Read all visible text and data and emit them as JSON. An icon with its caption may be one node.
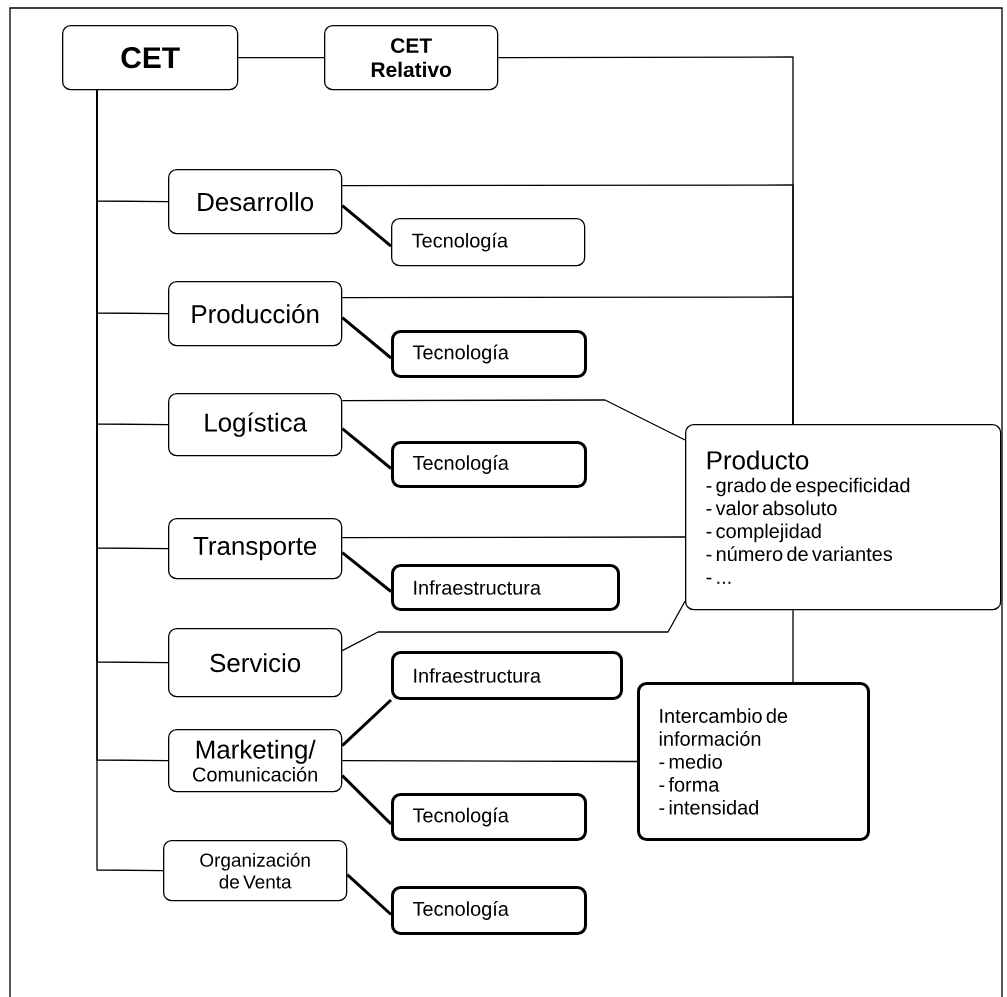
{
  "diagram": {
    "nodes": [
      {
        "text": [
          "CET"
        ]
      },
      {
        "text": [
          "CET Relativo"
        ]
      },
      {
        "text": [
          "Desarrollo"
        ]
      },
      {
        "text": [
          "Tecnología"
        ]
      },
      {
        "text": [
          "Producción"
        ]
      },
      {
        "text": [
          "Tecnología"
        ]
      },
      {
        "text": [
          "Logística"
        ]
      },
      {
        "text": [
          "Tecnología"
        ]
      },
      {
        "text": [
          "Producto",
          "- grado de especificidad",
          "- valor absoluto",
          "- complejidad",
          "- número de variantes",
          "- ..."
        ]
      },
      {
        "text": [
          "Transporte"
        ]
      },
      {
        "text": [
          "Infraestructura"
        ]
      },
      {
        "text": [
          "Servicio"
        ]
      },
      {
        "text": [
          "Infraestructura"
        ]
      },
      {
        "text": [
          "Marketing/",
          "Comunicación"
        ]
      },
      {
        "text": [
          "Tecnología"
        ]
      },
      {
        "text": [
          "Intercambio de información",
          "- medio",
          "- forma",
          "- intensidad"
        ]
      },
      {
        "text": [
          "Organización de Venta"
        ]
      },
      {
        "text": [
          "Tecnología"
        ]
      }
    ],
    "edges": [
      {
        "from": 0,
        "to": 1,
        "arrow": "none"
      },
      {
        "from": 0,
        "to": 2,
        "arrow": "none"
      },
      {
        "from": 0,
        "to": 4,
        "arrow": "none"
      },
      {
        "from": 0,
        "to": 6,
        "arrow": "none"
      },
      {
        "from": 0,
        "to": 9,
        "arrow": "none"
      },
      {
        "from": 0,
        "to": 11,
        "arrow": "none"
      },
      {
        "from": 0,
        "to": 13,
        "arrow": "none"
      },
      {
        "from": 0,
        "to": 16,
        "arrow": "none"
      },
      {
        "from": 2,
        "to": 3,
        "arrow": "none",
        "style": "thick"
      },
      {
        "from": 4,
        "to": 5,
        "arrow": "none",
        "style": "thick"
      },
      {
        "from": 6,
        "to": 7,
        "arrow": "none",
        "style": "thick"
      },
      {
        "from": 9,
        "to": 10,
        "arrow": "none",
        "style": "thick"
      },
      {
        "from": 13,
        "to": 12,
        "arrow": "none",
        "style": "thick"
      },
      {
        "from": 13,
        "to": 14,
        "arrow": "none",
        "style": "thick"
      },
      {
        "from": 16,
        "to": 17,
        "arrow": "none",
        "style": "thick"
      },
      {
        "from": 1,
        "to": 8,
        "arrow": "none"
      },
      {
        "from": 2,
        "to": 8,
        "arrow": "none"
      },
      {
        "from": 4,
        "to": 8,
        "arrow": "none"
      },
      {
        "from": 6,
        "to": 8,
        "arrow": "none"
      },
      {
        "from": 9,
        "to": 8,
        "arrow": "none"
      },
      {
        "from": 11,
        "to": 8,
        "arrow": "none"
      },
      {
        "from": 8,
        "to": 15,
        "arrow": "none"
      },
      {
        "from": 13,
        "to": 15,
        "arrow": "none"
      }
    ]
  }
}
